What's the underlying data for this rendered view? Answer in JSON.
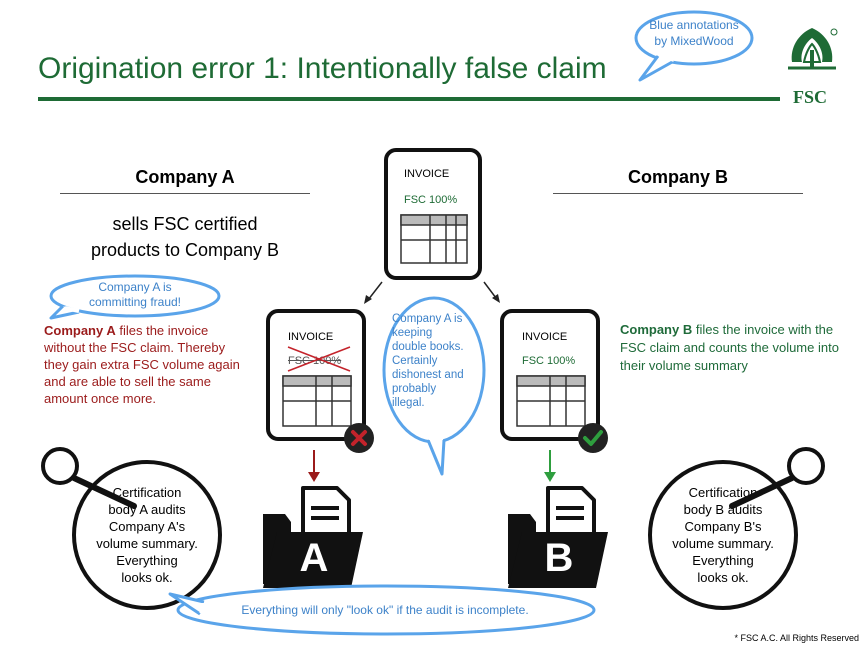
{
  "title": "Origination error 1: Intentionally false claim",
  "annotation_top": "Blue annotations\nby MixedWood",
  "logo_text": "FSC",
  "company_a": {
    "title": "Company A",
    "sells": "sells FSC certified\nproducts to Company B",
    "fraud_note": "Company A is\ncommitting fraud!",
    "desc_bold": "Company A",
    "desc_rest": " files the invoice without the FSC claim. Thereby they gain extra FSC volume again and are able to sell the same amount once more.",
    "audit": "Certification\nbody A audits\nCompany A's\nvolume summary.\nEverything\nlooks ok.",
    "folder_letter": "A"
  },
  "company_b": {
    "title": "Company B",
    "desc_bold": "Company B",
    "desc_rest": " files the invoice with the FSC claim and counts the volume into their volume summary",
    "audit": "Certification\nbody B audits\nCompany B's\nvolume summary.\nEverything\nlooks ok.",
    "folder_letter": "B"
  },
  "invoice": {
    "label": "INVOICE",
    "claim": "FSC 100%"
  },
  "double_books_note": "Company A is\nkeeping\ndouble books.\nCertainly\ndishonest and\nprobably\nillegal.",
  "bottom_note": "Everything will only \"look ok\" if the audit is incomplete.",
  "footer": "* FSC A.C. All Rights Reserved",
  "colors": {
    "title_green": "#1e6b35",
    "annotation_blue": "#5aa4ea",
    "fraud_red": "#9b1b1b",
    "ok_green": "#1f6b3a",
    "reject_red": "#c4232b"
  }
}
